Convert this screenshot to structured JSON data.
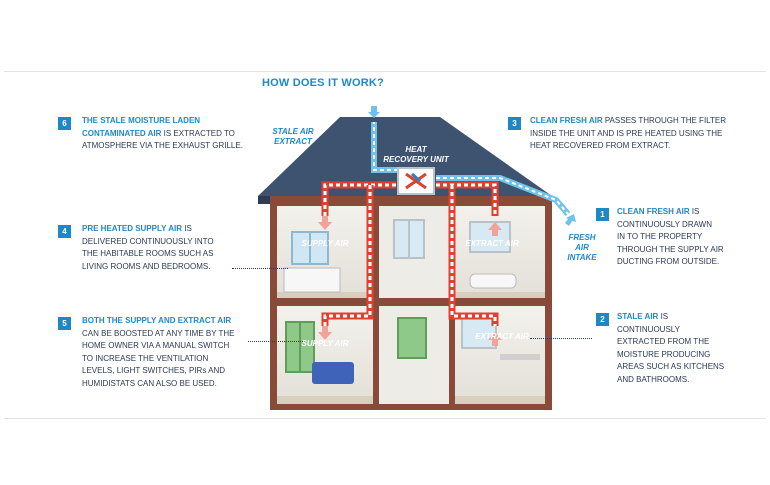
{
  "title": "HOW DOES IT WORK?",
  "colors": {
    "accent": "#1e88c7",
    "text": "#2b3a55",
    "roof": "#3a4f6b",
    "brick": "#8a4a3a",
    "supply": "#e04030",
    "extract": "#1e88c7"
  },
  "notes": [
    {
      "num": "6",
      "hl1": "THE STALE MOISTURE LADEN",
      "hl2": "CONTAMINATED AIR",
      "rest1": " IS EXTRACTED TO",
      "rest2": "ATMOSPHERE VIA THE EXHAUST GRILLE."
    },
    {
      "num": "4",
      "hl1": "PRE HEATED SUPPLY AIR",
      "rest0": " IS",
      "lines": [
        "DELIVERED CONTINUOUSLY INTO",
        "THE HABITABLE ROOMS SUCH AS",
        "LIVING ROOMS AND BEDROOMS."
      ]
    },
    {
      "num": "5",
      "hl1": "BOTH THE SUPPLY AND EXTRACT AIR",
      "lines": [
        "CAN BE BOOSTED AT ANY TIME BY THE",
        "HOME OWNER VIA A MANUAL SWITCH",
        "TO INCREASE THE VENTILATION",
        "LEVELS, LIGHT SWITCHES, PIRs AND",
        "HUMIDISTATS CAN ALSO BE USED."
      ]
    },
    {
      "num": "3",
      "hl1": "CLEAN FRESH AIR",
      "rest0": " PASSES THROUGH THE FILTER",
      "lines": [
        "INSIDE THE UNIT AND IS PRE HEATED USING THE",
        "HEAT RECOVERED FROM EXTRACT."
      ]
    },
    {
      "num": "1",
      "hl1": "CLEAN FRESH AIR",
      "rest0": " IS",
      "lines": [
        "CONTINUOUSLY DRAWN",
        "IN TO THE PROPERTY",
        "THROUGH THE SUPPLY AIR",
        "DUCTING FROM OUTSIDE."
      ]
    },
    {
      "num": "2",
      "hl1": "STALE AIR",
      "rest0": " IS",
      "lines": [
        "CONTINUOUSLY",
        "EXTRACTED FROM THE",
        "MOISTURE PRODUCING",
        "AREAS SUCH AS KITCHENS",
        "AND BATHROOMS."
      ]
    }
  ],
  "labels": {
    "stale_extract": [
      "STALE AIR",
      "EXTRACT"
    ],
    "heat_recovery": [
      "HEAT",
      "RECOVERY UNIT"
    ],
    "fresh_intake": [
      "FRESH AIR",
      "INTAKE"
    ],
    "supply_upper": "SUPPLY AIR",
    "extract_upper": "EXTRACT AIR",
    "supply_lower": "SUPPLY AIR",
    "extract_lower": "EXTRACT AIR"
  }
}
